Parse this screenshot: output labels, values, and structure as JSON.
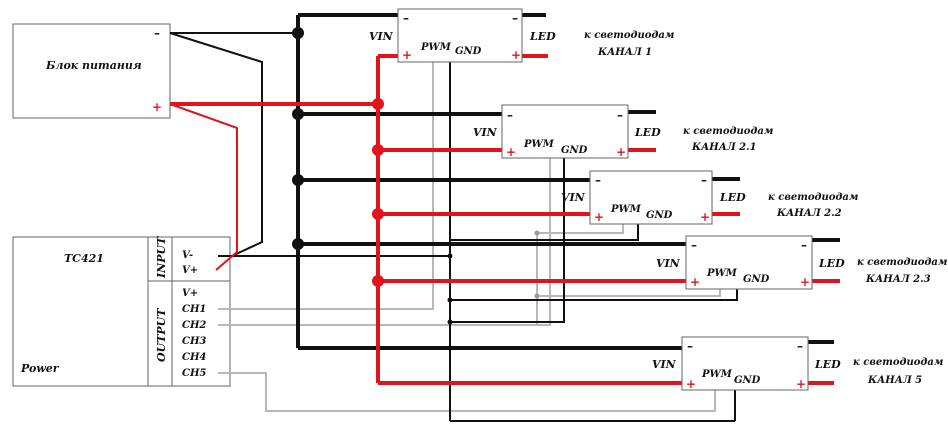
{
  "psu": {
    "label": "Блок питания",
    "minus": "–",
    "plus": "+"
  },
  "controller": {
    "title": "TC421",
    "power": "Power",
    "input_label": "INPUT",
    "output_label": "OUTPUT",
    "pins_in": [
      "V-",
      "V+"
    ],
    "pins_out": [
      "V+",
      "CH1",
      "CH2",
      "CH3",
      "CH4",
      "CH5"
    ]
  },
  "driver_labels": {
    "vin": "VIN",
    "pwm": "PWM",
    "gnd": "GND",
    "led": "LED",
    "minus": "–",
    "plus": "+"
  },
  "channels": [
    {
      "dest": "к светодиодам",
      "name": "КАНАЛ 1"
    },
    {
      "dest": "к светодиодам",
      "name": "КАНАЛ 2.1"
    },
    {
      "dest": "к светодиодам",
      "name": "КАНАЛ 2.2"
    },
    {
      "dest": "к светодиодам",
      "name": "КАНАЛ 2.3"
    },
    {
      "dest": "к светодиодам",
      "name": "КАНАЛ 5"
    }
  ],
  "colors": {
    "positive": "#e0141c",
    "negative": "#111111",
    "signal": "#b8b8b8",
    "pwm_bus": "#9a9a9a"
  }
}
